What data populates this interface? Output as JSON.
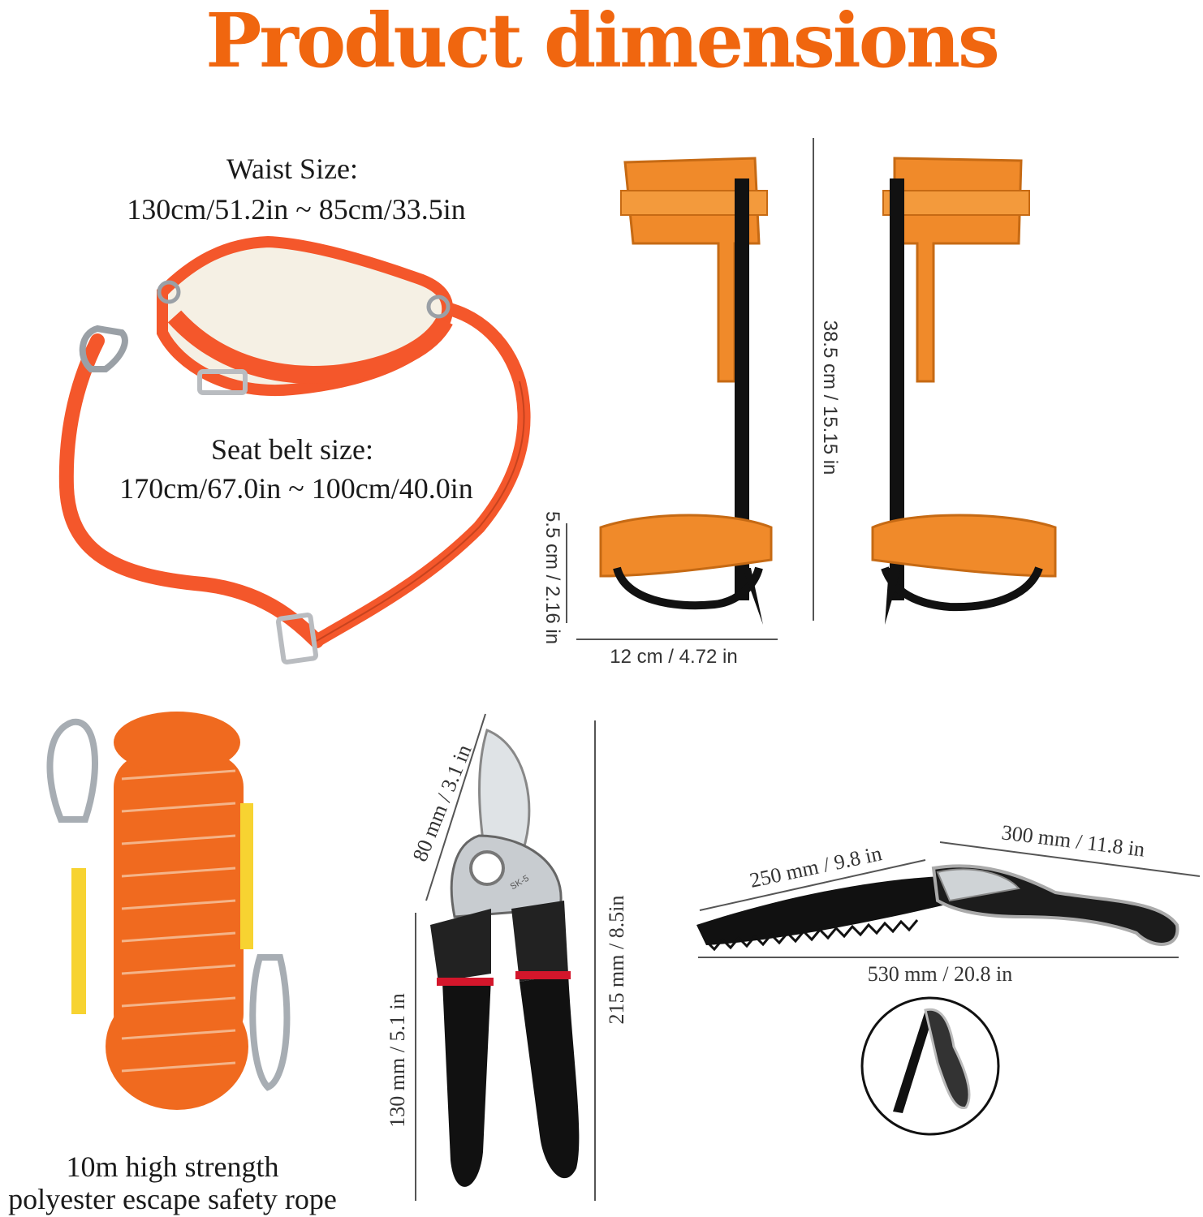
{
  "header": {
    "title": "Product dimensions"
  },
  "belt": {
    "waist_title": "Waist Size:",
    "waist_value": "130cm/51.2in ~ 85cm/33.5in",
    "seat_title": "Seat belt size:",
    "seat_value": "170cm/67.0in ~ 100cm/40.0in"
  },
  "spikes": {
    "height": "38.5 cm / 15.15 in",
    "foot_height": "5.5 cm / 2.16 in",
    "width": "12 cm / 4.72 in"
  },
  "rope": {
    "caption_line1": "10m high strength",
    "caption_line2": "polyester escape safety rope"
  },
  "pruner": {
    "blade": "80 mm / 3.1 in",
    "handle": "130 mm / 5.1 in",
    "total": "215 mm / 8.5in",
    "model_mark": "SK-5"
  },
  "saw": {
    "blade": "250 mm / 9.8 in",
    "handle": "300 mm / 11.8 in",
    "total": "530 mm / 20.8 in"
  },
  "colors": {
    "title_orange": "#f0660f",
    "webbing_orange": "#f4572b",
    "leather_orange": "#f08a2a",
    "metal_black": "#111111"
  },
  "icons": [
    "carabiner-icon",
    "buckle-icon",
    "folded-saw-icon"
  ]
}
